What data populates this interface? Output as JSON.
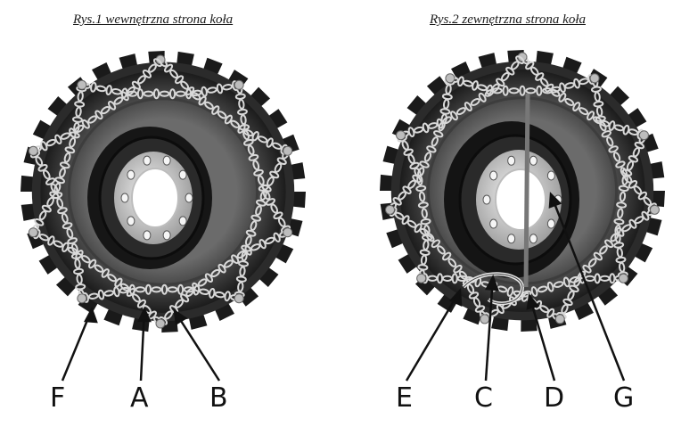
{
  "figures": [
    {
      "caption": "Rys.1  wewnętrzna strona koła",
      "labels": [
        "F",
        "A",
        "B"
      ]
    },
    {
      "caption": "Rys.2  zewnętrzna strona koła",
      "labels": [
        "E",
        "C",
        "D",
        "G"
      ]
    }
  ],
  "colors": {
    "tire": "#2b2b2b",
    "tread": "#1a1a1a",
    "sidewall": "#5a5a5a",
    "rim": "#141414",
    "hub": "#cfcfcf",
    "chain": "#d9d9d9"
  }
}
